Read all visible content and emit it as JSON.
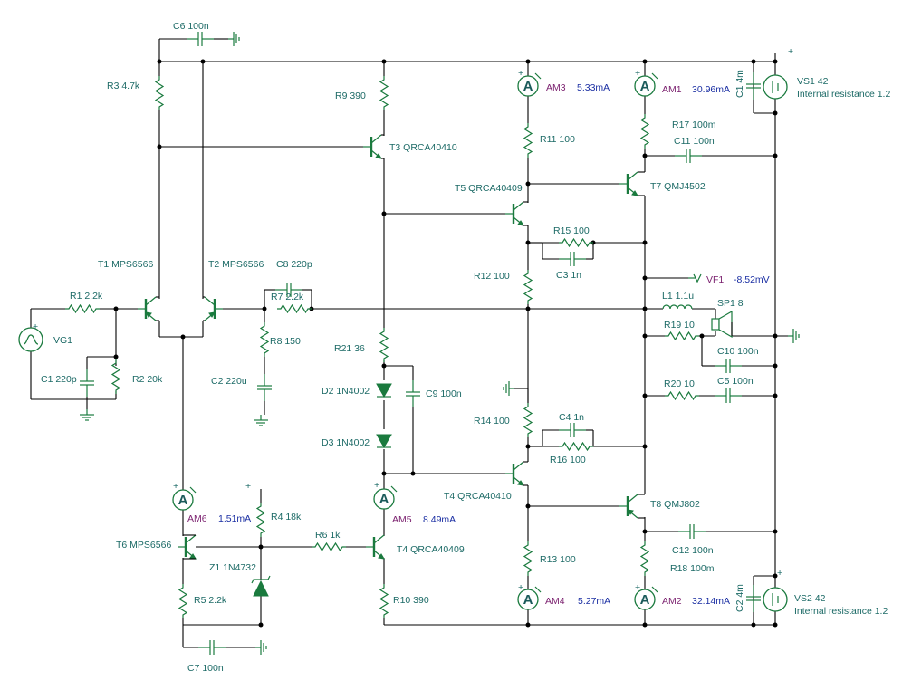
{
  "schematic": {
    "components": {
      "C6": "C6 100n",
      "R3": "R3 4.7k",
      "R9": "R9 390",
      "T3": "T3 QRCA40410",
      "AM3": "AM3",
      "AM3_val": "5.33mA",
      "AM1": "AM1",
      "AM1_val": "30.96mA",
      "C1_4m": "C1 4m",
      "VS1": "VS1 42",
      "VS1_r": "Internal resistance 1.2",
      "R17": "R17 100m",
      "R11": "R11 100",
      "C11": "C11 100n",
      "T5": "T5 QRCA40409",
      "T7": "T7 QMJ4502",
      "R15": "R15 100",
      "C3": "C3 1n",
      "T1": "T1 MPS6566",
      "T2": "T2 MPS6566",
      "C8": "C8 220p",
      "R12": "R12 100",
      "VF1": "VF1",
      "VF1_val": "-8.52mV",
      "R1": "R1 2.2k",
      "R7": "R7 2.2k",
      "L1": "L1 1.1u",
      "SP1": "SP1 8",
      "VG1": "VG1",
      "R8": "R8 150",
      "R21": "R21 36",
      "R19": "R19 10",
      "C10": "C10 100n",
      "C1_220p": "C1 220p",
      "R2": "R2 20k",
      "C5": "C5 100n",
      "C2_220u": "C2 220u",
      "D2": "D2 1N4002",
      "C9": "C9 100n",
      "R20": "R20 10",
      "R14": "R14 100",
      "C4": "C4 1n",
      "D3": "D3 1N4002",
      "R16": "R16 100",
      "T4a": "T4 QRCA40410",
      "T8": "T8 QMJ802",
      "AM6": "AM6",
      "AM6_val": "1.51mA",
      "R4": "R4 18k",
      "AM5": "AM5",
      "AM5_val": "8.49mA",
      "R6": "R6 1k",
      "T6": "T6 MPS6566",
      "T4b": "T4 QRCA40409",
      "C12": "C12 100n",
      "Z1": "Z1 1N4732",
      "R13": "R13 100",
      "R18": "R18 100m",
      "R5": "R5 2.2k",
      "R10": "R10 390",
      "AM4": "AM4",
      "AM4_val": "5.27mA",
      "AM2": "AM2",
      "AM2_val": "32.14mA",
      "C2_4m": "C2 4m",
      "VS2": "VS2 42",
      "VS2_r": "Internal resistance 1.2",
      "C7": "C7 100n"
    },
    "meter_glyph": "A",
    "plus_glyph": "+",
    "colors": {
      "wire": "#000000",
      "component": "#1a7a3e",
      "label": "#1c6a66",
      "meter_name": "#7a1f6e",
      "meter_value": "#1b2fa3"
    }
  }
}
